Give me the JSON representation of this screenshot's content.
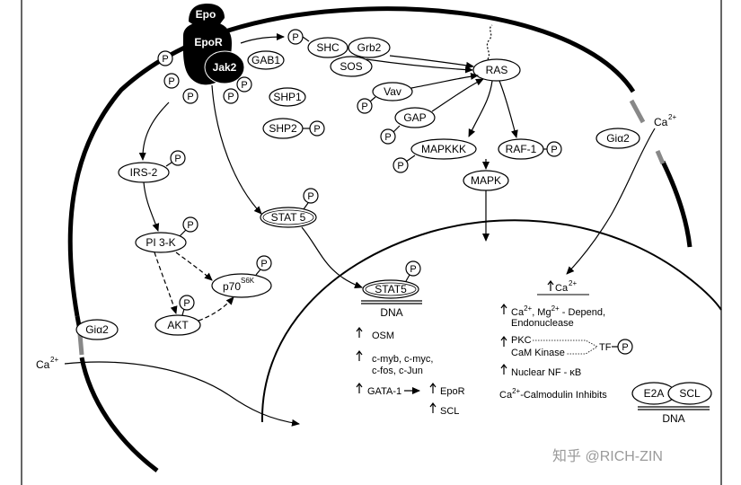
{
  "receptor": {
    "epo": "Epo",
    "epor": "EpoR",
    "jak2": "Jak2"
  },
  "phospho": "P",
  "nodes": {
    "gab1": "GAB1",
    "shc": "SHC",
    "grb2": "Grb2",
    "sos": "SOS",
    "ras": "RAS",
    "vav": "Vav",
    "gap": "GAP",
    "mapkkk": "MAPKKK",
    "raf1": "RAF-1",
    "mapk": "MAPK",
    "shp1": "SHP1",
    "shp2": "SHP2",
    "irs2": "IRS-2",
    "pi3k": "PI 3-K",
    "akt": "AKT",
    "p70": "p70",
    "p70_sup": "S6K",
    "stat5": "STAT 5",
    "stat5_nuc": "STAT5",
    "dna": "DNA",
    "gia2_right": "Giα2",
    "gia2_left": "Giα2",
    "ca_right": "Ca",
    "ca_right_sup": "2+",
    "ca_left": "Ca",
    "ca_left_sup": "2+",
    "e2a": "E2A",
    "scl": "SCL",
    "dna2": "DNA"
  },
  "nucleus_left": {
    "osm": "OSM",
    "cmyb_1": "c-myb, c-myc,",
    "cmyb_2": "c-fos, c-Jun",
    "gata1": "GATA-1",
    "epor": "EpoR",
    "scl": "SCL"
  },
  "nucleus_right": {
    "ca_box": "Ca",
    "ca_box_sup": "2+",
    "endo_1a": "Ca",
    "endo_1b": "2+",
    "endo_1c": ", Mg",
    "endo_1d": "2+",
    "endo_1e": " - Depend,",
    "endo_2": "Endonuclease",
    "pkc": "PKC",
    "camk": "CaM Kinase",
    "tf": "TF",
    "nfkb": "Nuclear NF - κB",
    "calmod_a": "Ca",
    "calmod_b": "2+",
    "calmod_c": "-Calmodulin Inhibits"
  },
  "watermark": "知乎 @RICH-ZIN"
}
